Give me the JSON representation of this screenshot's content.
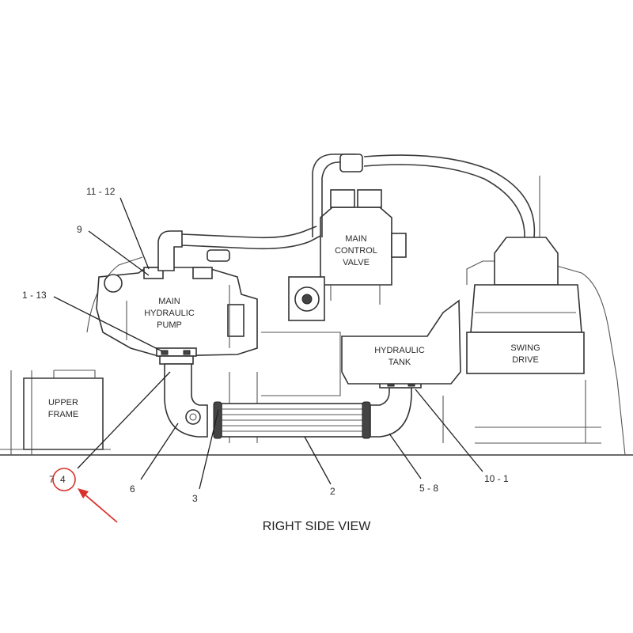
{
  "labels": {
    "pump_line1": "MAIN",
    "pump_line2": "HYDRAULIC",
    "pump_line3": "PUMP",
    "valve_line1": "MAIN",
    "valve_line2": "CONTROL",
    "valve_line3": "VALVE",
    "tank_line1": "HYDRAULIC",
    "tank_line2": "TANK",
    "swing_line1": "SWING",
    "swing_line2": "DRIVE",
    "frame_line1": "UPPER",
    "frame_line2": "FRAME"
  },
  "callouts": {
    "c_11_12": "11 - 12",
    "c_9": "9",
    "c_1_13": "1 - 13",
    "c_7": "7",
    "c_4": "4",
    "c_6": "6",
    "c_3": "3",
    "c_2": "2",
    "c_5_8": "5 - 8",
    "c_10_1": "10 - 1"
  },
  "view_title": "RIGHT SIDE VIEW",
  "highlight_color": "#d9302a"
}
